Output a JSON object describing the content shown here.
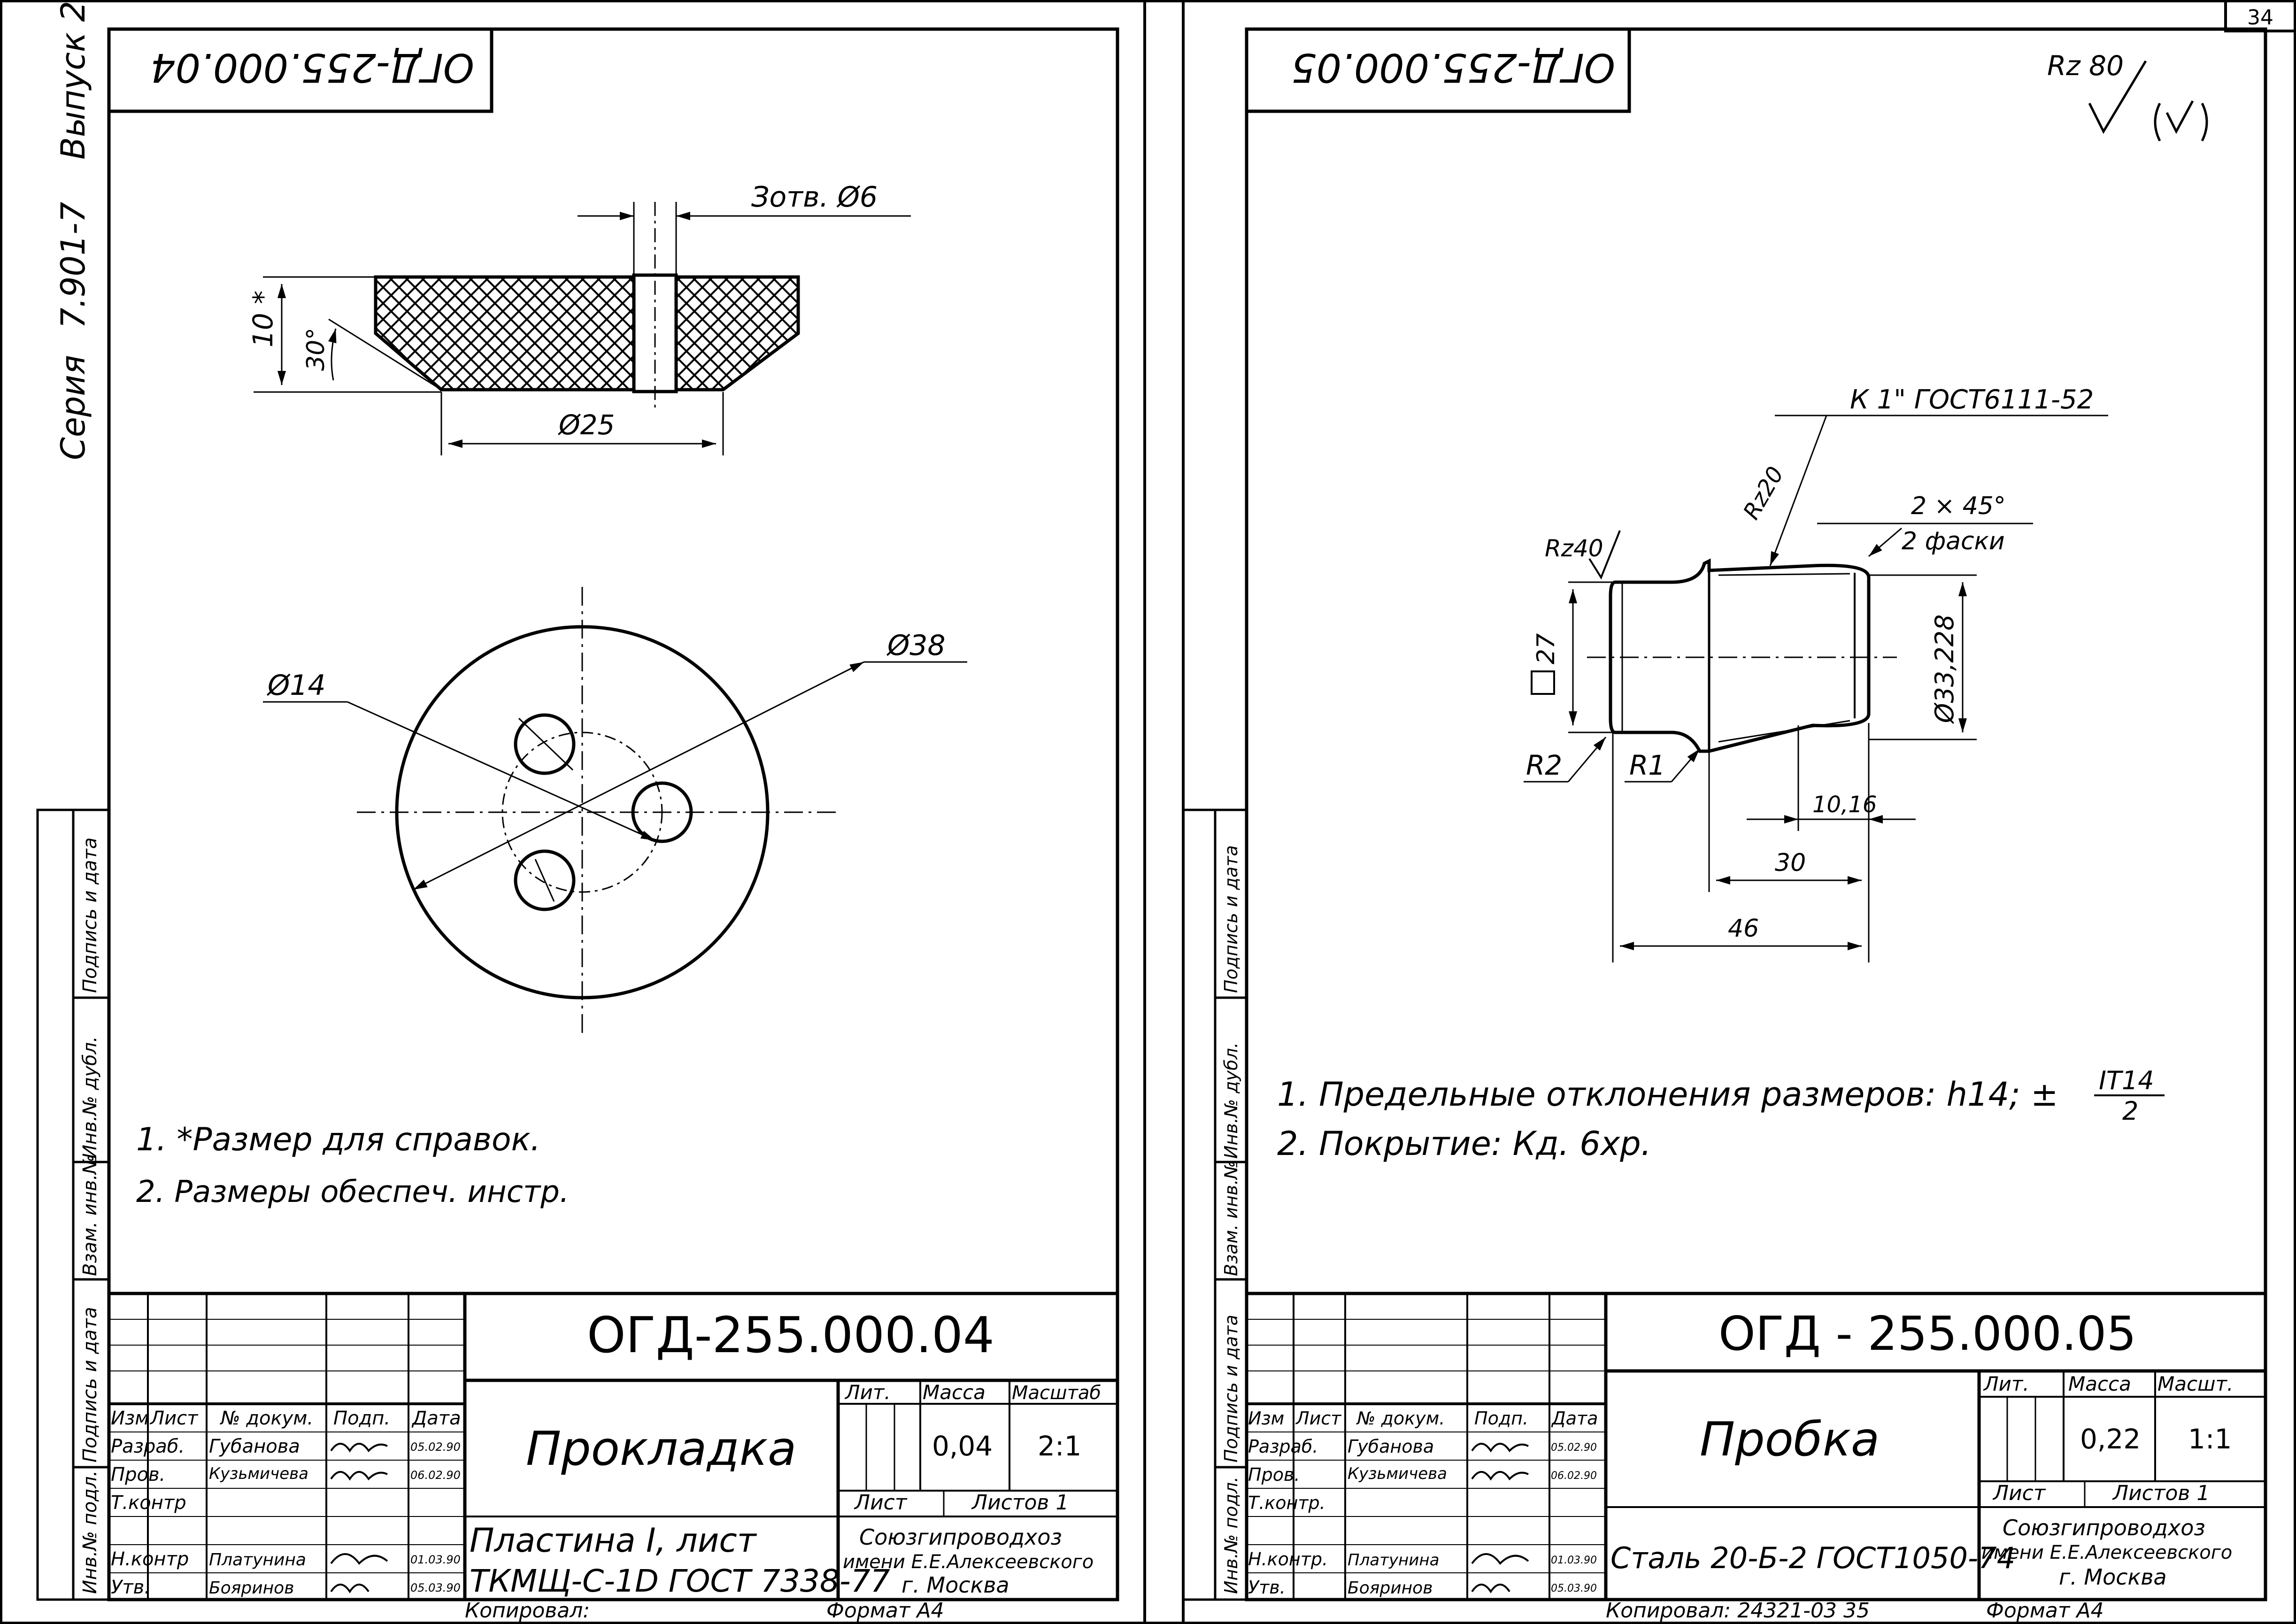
{
  "page_number": "34",
  "left": {
    "side_series": "Серия",
    "side_series_no": "7.901-7",
    "side_issue": "Выпуск 2",
    "rotated_code": "ОГД-255.000.04",
    "dims": {
      "hole": "Зотв. Ø6",
      "height": "10 *",
      "angle": "30°",
      "d25": "Ø25",
      "d14": "Ø14",
      "d38": "Ø38"
    },
    "notes": [
      "1. *Размер  для  справок.",
      "2.  Размеры  обеспеч.  инстр."
    ],
    "stamp": {
      "code": "ОГД-255.000.04",
      "title": "Прокладка",
      "lit_label": "Лит.",
      "mass_label": "Масса",
      "scale_label": "Масштаб",
      "mass": "0,04",
      "scale": "2:1",
      "sheet_label": "Лист",
      "sheets_label": "Листов 1",
      "material_1": "Пластина I,  лист",
      "material_2": "ТКМЩ-С-1D ГОСТ 7338-77",
      "org_1": "Союзгипроводхоз",
      "org_2": "имени Е.Е.Алексеевского",
      "org_3": "г. Москва",
      "h_izm": "Изм",
      "h_list": "Лист",
      "h_doc": "№ докум.",
      "h_sign": "Подп.",
      "h_date": "Дата",
      "r_razrab": "Разраб.",
      "n_razrab": "Губанова",
      "d_razrab": "05.02.90",
      "r_prov": "Пров.",
      "n_prov": "Кузьмичева",
      "d_prov": "06.02.90",
      "r_tkontr": "Т.контр",
      "r_nkontr": "Н.контр",
      "n_nkontr": "Платунина",
      "d_nkontr": "01.03.90",
      "r_utv": "Утв.",
      "n_utv": "Бояринов",
      "d_utv": "05.03.90"
    },
    "copied": "Копировал:",
    "format": "Формат А4"
  },
  "right": {
    "rotated_code": "ОГД-255.000.05",
    "roughness_main": "Rz 80",
    "dims": {
      "thread": "К 1\" ГОСТ6111-52",
      "rz20": "Rz20",
      "rz40": "Rz40",
      "chamfer_1": "2 × 45°",
      "chamfer_2": "2 фаски",
      "sq27": "27",
      "d33": "Ø33,228",
      "r2": "R2",
      "r1": "R1",
      "l1016": "10,16",
      "l30": "30",
      "l46": "46"
    },
    "notes_1": "1. Предельные  отклонения  размеров:  h14;  ±",
    "notes_frac_num": "IT14",
    "notes_frac_den": "2",
    "notes_2": "2. Покрытие: Кд. 6хр.",
    "stamp": {
      "code": "ОГД - 255.000.05",
      "title": "Пробка",
      "lit_label": "Лит.",
      "mass_label": "Масса",
      "scale_label": "Масшт.",
      "mass": "0,22",
      "scale": "1:1",
      "sheet_label": "Лист",
      "sheets_label": "Листов 1",
      "material": "Сталь 20-Б-2 ГОСТ1050-74",
      "org_1": "Союзгипроводхоз",
      "org_2": "имени Е.Е.Алексеевского",
      "org_3": "г. Москва",
      "h_izm": "Изм",
      "h_list": "Лист",
      "h_doc": "№ докум.",
      "h_sign": "Подп.",
      "h_date": "Дата",
      "r_razrab": "Разраб.",
      "n_razrab": "Губанова",
      "d_razrab": "05.02.90",
      "r_prov": "Пров.",
      "n_prov": "Кузьмичева",
      "d_prov": "06.02.90",
      "r_tkontr": "Т.контр.",
      "r_nkontr": "Н.контр.",
      "n_nkontr": "Платунина",
      "d_nkontr": "01.03.90",
      "r_utv": "Утв.",
      "n_utv": "Бояринов",
      "d_utv": "05.03.90"
    },
    "copied": "Копировал:  24321-03  35",
    "format": "Формат А4"
  },
  "side_strip": {
    "inv_podl": "Инв.№ подл.",
    "podp_data": "Подпись и дата",
    "vzam": "Взам. инв.№",
    "inv_dubl": "Инв.№ дубл."
  }
}
